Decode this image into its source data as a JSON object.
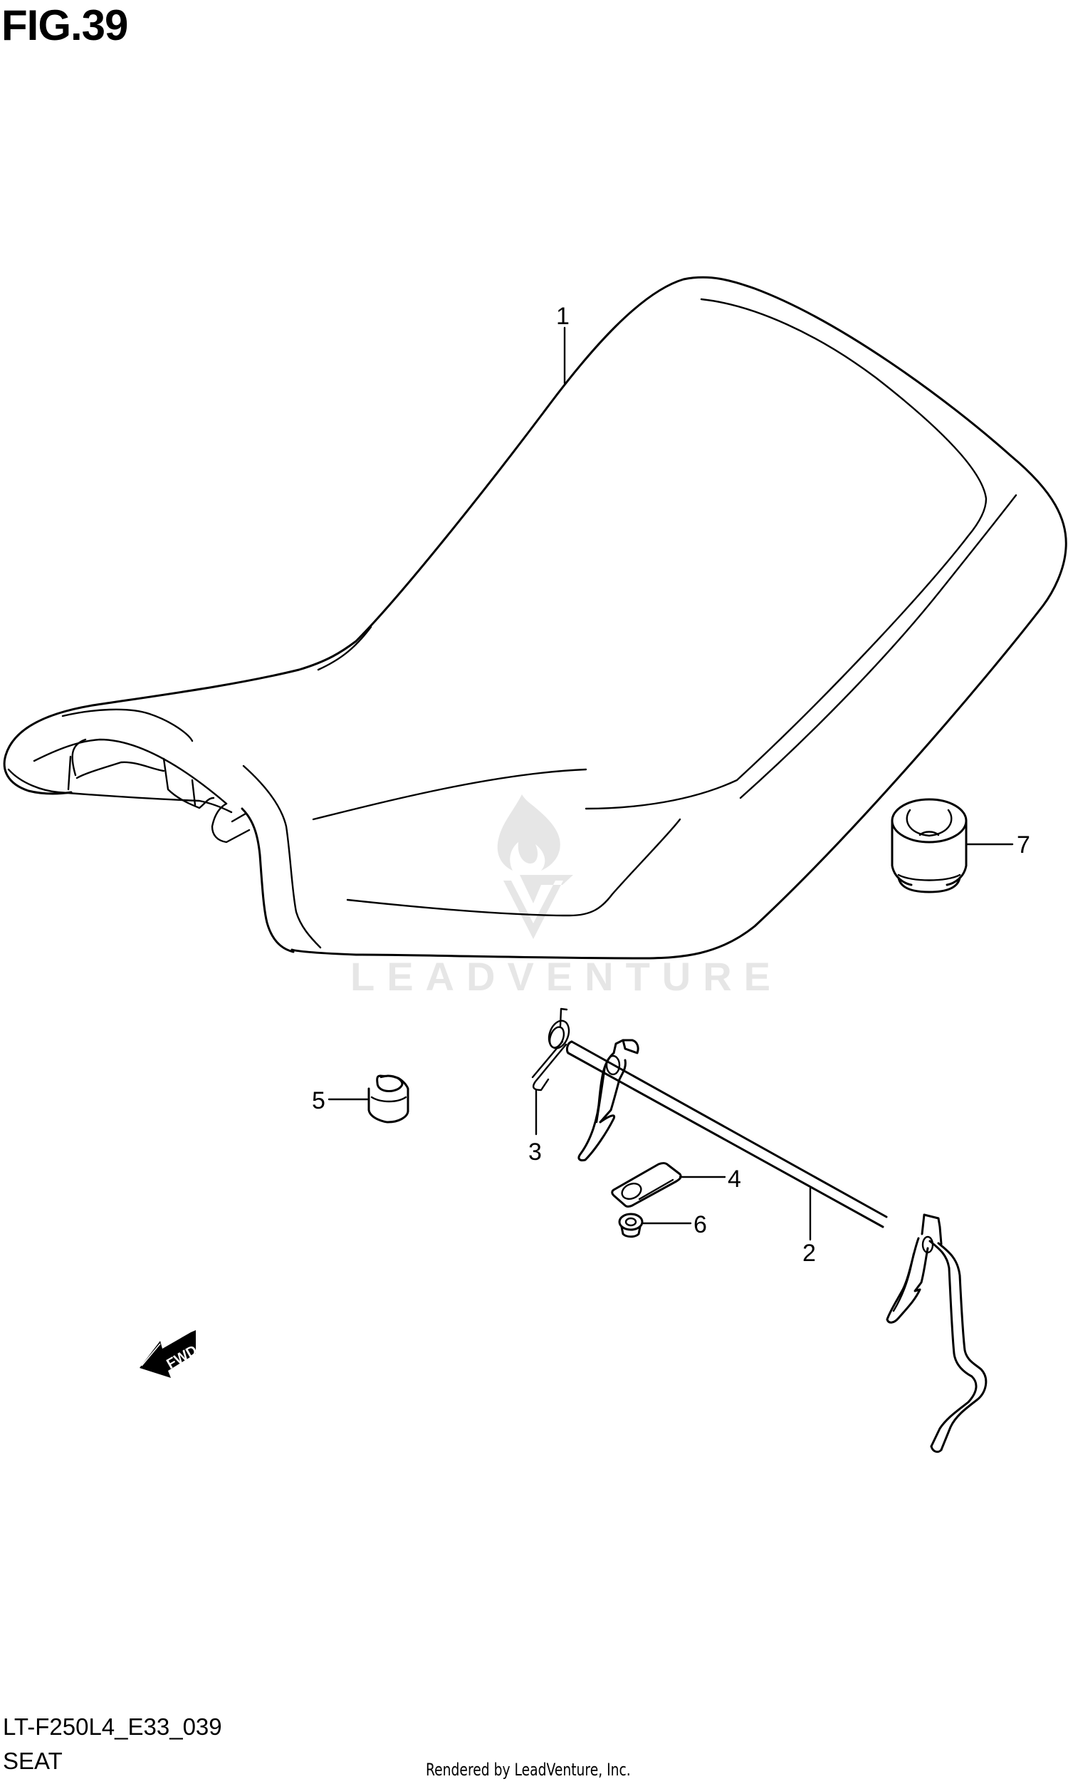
{
  "figure": {
    "title": "FIG.39",
    "code": "LT-F250L4_E33_039",
    "section": "SEAT",
    "credit": "Rendered by LeadVenture, Inc."
  },
  "watermark": {
    "icon": "flame-v-logo-icon",
    "text": "LEADVENTURE",
    "color": "#e6e6e6"
  },
  "direction_indicator": {
    "icon": "fwd-arrow-icon",
    "label": "FWD"
  },
  "parts": [
    {
      "ref": "1",
      "name": "seat"
    },
    {
      "ref": "2",
      "name": "seat-lock-rod-lever"
    },
    {
      "ref": "3",
      "name": "torsion-spring"
    },
    {
      "ref": "4",
      "name": "plate"
    },
    {
      "ref": "5",
      "name": "cushion"
    },
    {
      "ref": "6",
      "name": "nut"
    },
    {
      "ref": "7",
      "name": "grommet"
    }
  ],
  "callouts": {
    "c1": "1",
    "c2": "2",
    "c3": "3",
    "c4": "4",
    "c5": "5",
    "c6": "6",
    "c7": "7"
  },
  "colors": {
    "line": "#000000",
    "background": "#ffffff"
  }
}
